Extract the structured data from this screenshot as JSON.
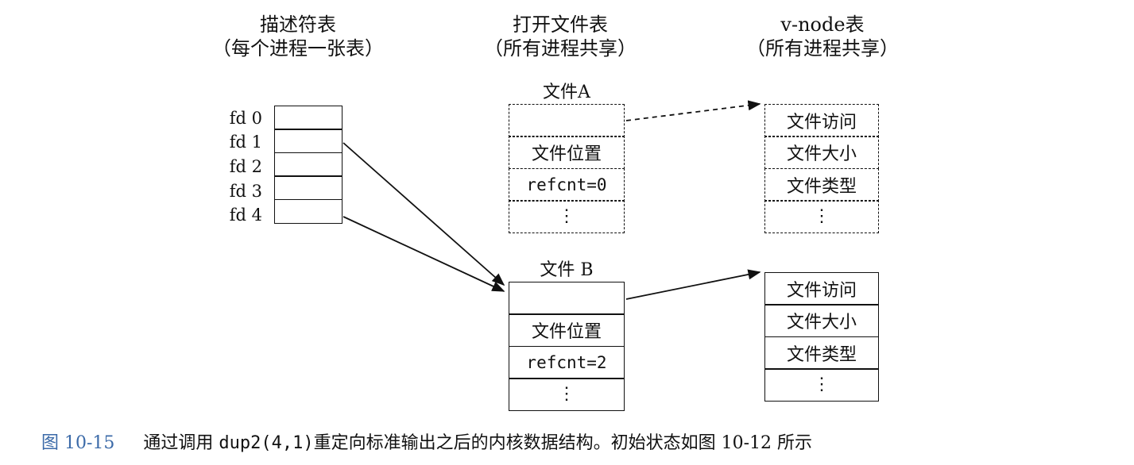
{
  "headers": {
    "descriptor_title": "描述符表",
    "descriptor_sub": "（每个进程一张表）",
    "open_file_title": "打开文件表",
    "open_file_sub": "（所有进程共享）",
    "vnode_title": "v-node表",
    "vnode_sub": "（所有进程共享）"
  },
  "descriptor_table": {
    "labels": [
      "fd 0",
      "fd 1",
      "fd 2",
      "fd 3",
      "fd 4"
    ]
  },
  "file_a": {
    "label": "文件A",
    "pos": "文件位置",
    "refcnt": "refcnt=0",
    "dots": "⋮"
  },
  "file_b": {
    "label": "文件 B",
    "pos": "文件位置",
    "refcnt": "refcnt=2",
    "dots": "⋮"
  },
  "vnode_a": {
    "access": "文件访问",
    "size": "文件大小",
    "type": "文件类型",
    "dots": "⋮"
  },
  "vnode_b": {
    "access": "文件访问",
    "size": "文件大小",
    "type": "文件类型",
    "dots": "⋮"
  },
  "caption": {
    "fig": "图 10-15",
    "pre": "通过调用 ",
    "code": "dup2(4,1)",
    "post": "重定向标准输出之后的内核数据结构。初始状态如图 10-12 所示"
  },
  "colors": {
    "ink": "#111111",
    "caption_fig": "#3b6aa8"
  }
}
